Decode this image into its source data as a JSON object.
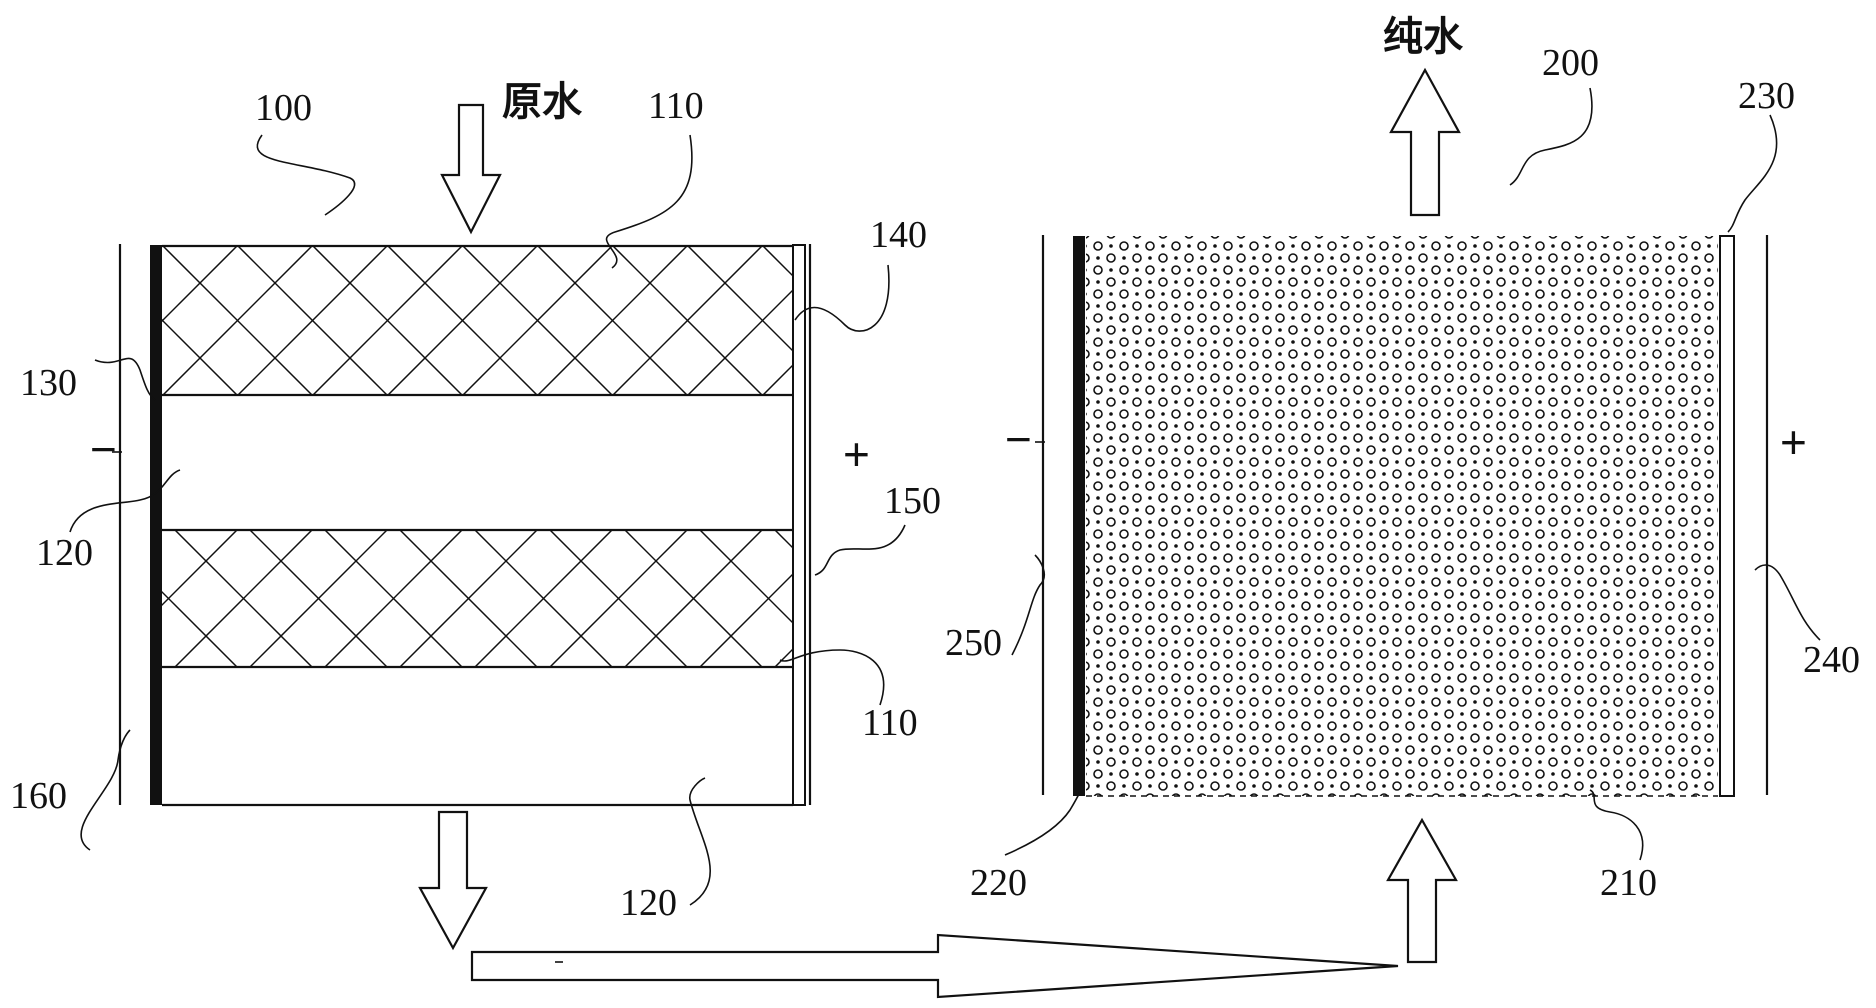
{
  "left_unit": {
    "ref_unit": "100",
    "ref_packed_layer": "110",
    "ref_packed_layer_2": "110",
    "ref_channel": "120",
    "ref_channel_2": "120",
    "ref_cathode": "130",
    "ref_membrane": "140",
    "ref_anode": "150",
    "ref_casing": "160",
    "inlet_label": "原水",
    "neg_sign": "−",
    "pos_sign": "+"
  },
  "right_unit": {
    "ref_unit": "200",
    "ref_bed": "210",
    "ref_cathode": "220",
    "ref_anode": "230",
    "ref_casing_right": "240",
    "ref_casing_left": "250",
    "outlet_label": "纯水",
    "neg_sign": "−",
    "pos_sign": "+"
  },
  "colors": {
    "line": "#111111",
    "background": "#ffffff"
  }
}
